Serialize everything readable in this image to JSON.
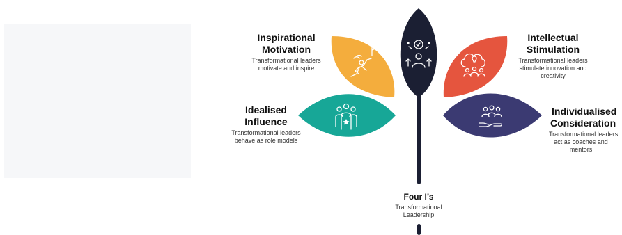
{
  "colors": {
    "stem": "#1b1f33",
    "inspirational": "#f4ad3d",
    "idealised": "#17a797",
    "intellectual": "#e5553e",
    "individualised": "#3b3a72",
    "center": "#1b1f33"
  },
  "center": {
    "title": "Four I’s",
    "subtitle_line1": "Transformational",
    "subtitle_line2": "Leadership",
    "icon": "leader-ideas-icon"
  },
  "petals": {
    "inspirational": {
      "title_line1": "Inspirational",
      "title_line2": "Motivation",
      "desc_line1": "Transformational leaders",
      "desc_line2": "motivate and inspire",
      "icon": "climbing-to-flag-icon"
    },
    "idealised": {
      "title_line1": "Idealised",
      "title_line2": "Influence",
      "desc_line1": "Transformational leaders",
      "desc_line2": "behave as role models",
      "icon": "team-leader-star-icon"
    },
    "intellectual": {
      "title_line1": "Intellectual",
      "title_line2": "Stimulation",
      "desc_line1": "Transformational leaders",
      "desc_line2": "stimulate innovation and",
      "desc_line3": "creativity",
      "icon": "team-idea-cloud-icon"
    },
    "individualised": {
      "title_line1": "Individualised",
      "title_line2": "Consideration",
      "desc_line1": "Transformational leaders",
      "desc_line2": "act as coaches and",
      "desc_line3": "mentors",
      "icon": "hand-holding-people-icon"
    }
  }
}
